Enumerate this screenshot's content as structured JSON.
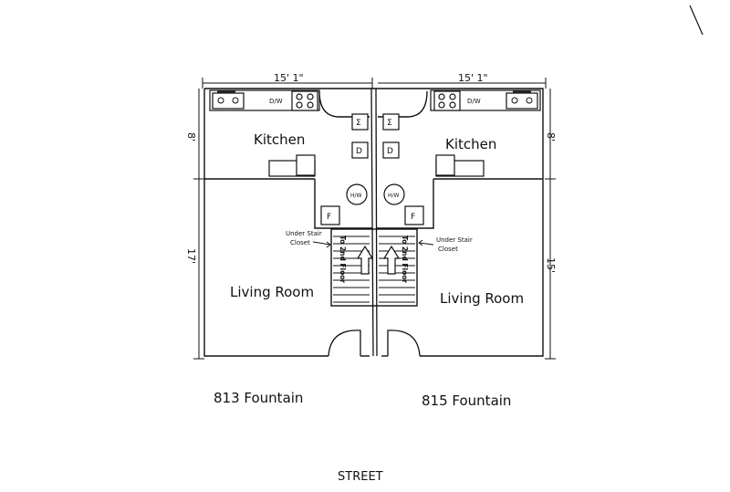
{
  "dimensions": {
    "left_width": "15' 1\"",
    "right_width": "15' 1\"",
    "left_kitchen_depth": "8'",
    "right_kitchen_depth": "8'",
    "left_living_depth": "17'",
    "right_living_depth": "15'"
  },
  "left_unit": {
    "kitchen_label": "Kitchen",
    "living_label": "Living Room",
    "dishwasher_label": "D/W",
    "dryer_symbol": "Σ",
    "washer_symbol": "D",
    "water_heater_label": "H/W",
    "furnace_label": "F",
    "closet_label_line1": "Under Stair",
    "closet_label_line2": "Closet",
    "stair_label": "To 2nd Floor",
    "address": "813 Fountain"
  },
  "right_unit": {
    "kitchen_label": "Kitchen",
    "living_label": "Living Room",
    "dishwasher_label": "D/W",
    "dryer_symbol": "Σ",
    "washer_symbol": "D",
    "water_heater_label": "H/W",
    "furnace_label": "F",
    "closet_label_line1": "Under Stair",
    "closet_label_line2": "Closet",
    "stair_label": "To 2nd Floor",
    "address": "815 Fountain"
  },
  "street_label": "STREET"
}
